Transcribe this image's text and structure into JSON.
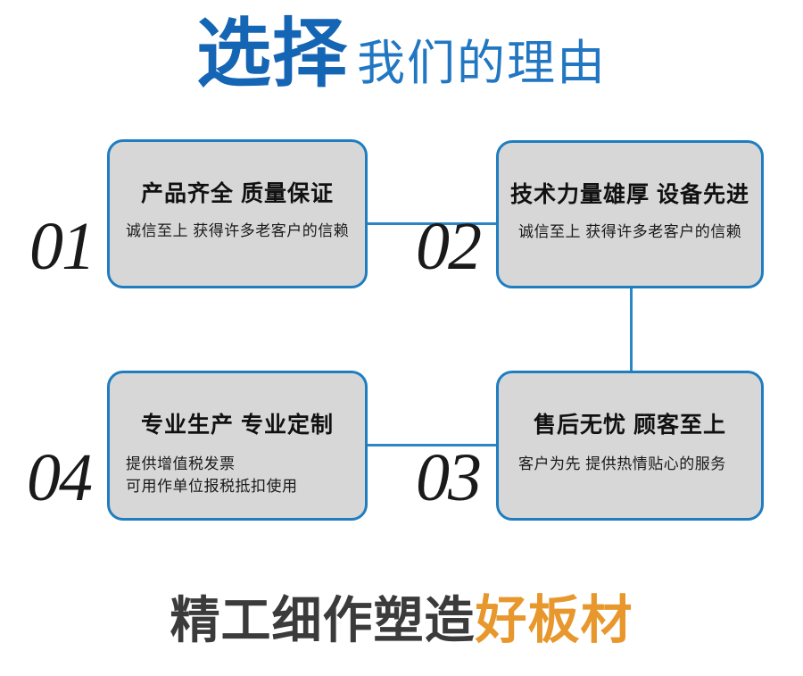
{
  "header": {
    "emphasis": "选择",
    "rest": "我们的理由"
  },
  "colors": {
    "accent_blue": "#1f7dc0",
    "header_blue": "#1565b5",
    "header_blue_light": "#2277c2",
    "card_fill": "#d7d7d7",
    "connector": "#2b86c6",
    "footer_dark": "#3b3b3b",
    "footer_accent": "#e8972d",
    "number_color": "#1a1a1a"
  },
  "cards": [
    {
      "number": "01",
      "title": "产品齐全 质量保证",
      "body": "诚信至上 获得许多老客户的信赖"
    },
    {
      "number": "02",
      "title": "技术力量雄厚 设备先进",
      "body": "诚信至上 获得许多老客户的信赖"
    },
    {
      "number": "03",
      "title": "售后无忧 顾客至上",
      "body": "客户为先 提供热情贴心的服务"
    },
    {
      "number": "04",
      "title": "专业生产 专业定制",
      "body": "提供增值税发票\n可用作单位报税抵扣使用"
    }
  ],
  "footer": {
    "dark": "精工细作塑造",
    "accent": "好板材"
  }
}
